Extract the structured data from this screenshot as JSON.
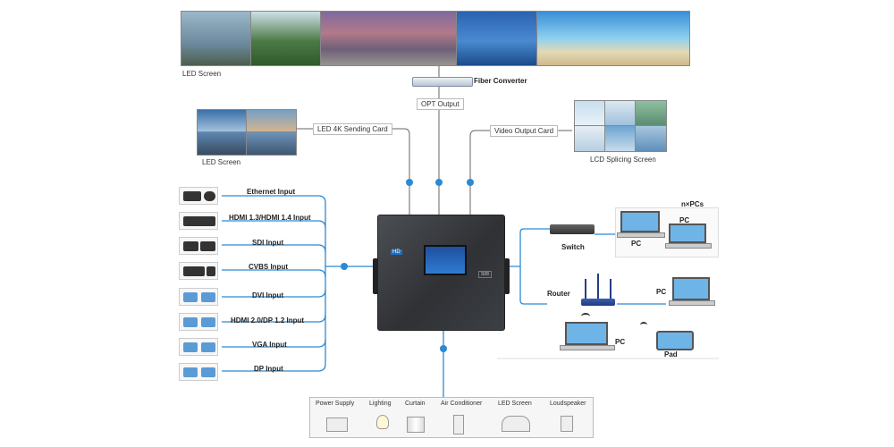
{
  "top_screen": {
    "label": "LED Screen"
  },
  "fiber": {
    "converter_label": "Fiber Converter",
    "opt_output_label": "OPT Output"
  },
  "sending": {
    "card_label": "LED 4K Sending Card",
    "screen_label": "LED Screen"
  },
  "video_output": {
    "card_label": "Video Output Card",
    "screen_label": "LCD Splicing Screen"
  },
  "processor": {
    "logo": "HD",
    "front_label": "S08"
  },
  "inputs": [
    {
      "label": "Ethernet Input",
      "icon": "camera-icon"
    },
    {
      "label": "HDMI 1.3/HDMI 1.4  Input",
      "icon": "projector-icon"
    },
    {
      "label": "SDI Input",
      "icon": "camcorder-icon"
    },
    {
      "label": "CVBS Input",
      "icon": "player-icon"
    },
    {
      "label": "DVI Input",
      "icon": "pc-icon"
    },
    {
      "label": "HDMI 2.0/DP 1.2 Input",
      "icon": "pc-icon"
    },
    {
      "label": "VGA Input",
      "icon": "pc-icon"
    },
    {
      "label": "DP Input",
      "icon": "pc-icon"
    }
  ],
  "network": {
    "switch_label": "Switch",
    "router_label": "Router",
    "npcs_label": "n×PCs",
    "pc_labels": [
      "PC",
      "PC",
      "PC",
      "PC"
    ],
    "pad_label": "Pad"
  },
  "controls": [
    {
      "label": "Power Supply",
      "icon": "power-supply-icon"
    },
    {
      "label": "Lighting",
      "icon": "lightbulb-icon"
    },
    {
      "label": "Curtain",
      "icon": "curtain-icon"
    },
    {
      "label": "Air Conditioner",
      "icon": "air-conditioner-icon"
    },
    {
      "label": "LED Screen",
      "icon": "led-screen-icon"
    },
    {
      "label": "Loudspeaker",
      "icon": "loudspeaker-icon"
    }
  ],
  "colors": {
    "line": "#2a8ad4",
    "connector": "#2a8ad4",
    "chassis": "#3a3c40"
  }
}
